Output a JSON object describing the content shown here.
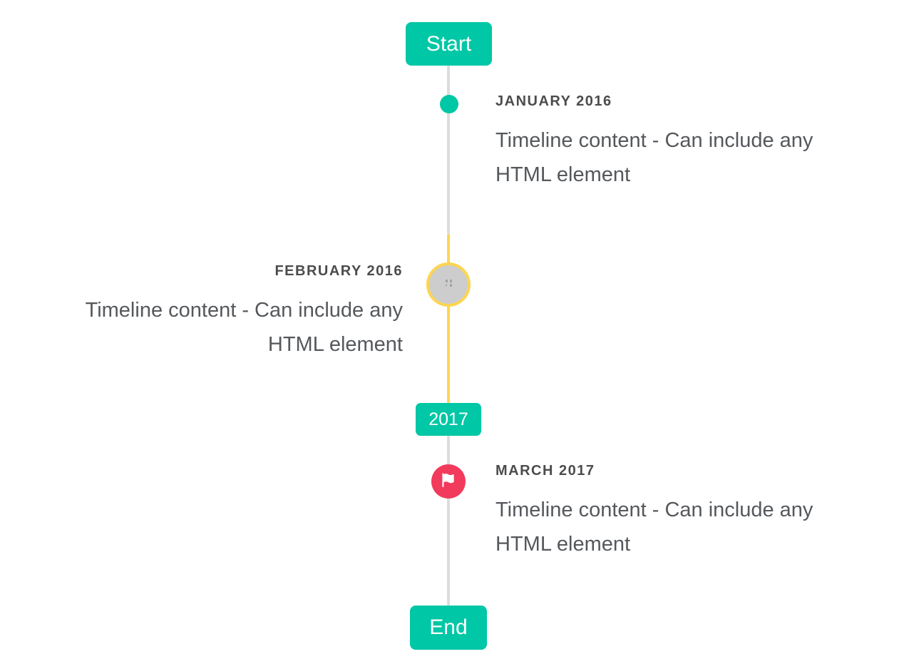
{
  "timeline": {
    "start_button": "Start",
    "end_button": "End",
    "year_badge": "2017",
    "items": [
      {
        "id": "january-2016",
        "date_label": "JANUARY 2016",
        "content": "Timeline content - Can include any HTML element",
        "side": "right",
        "marker": "teal-dot"
      },
      {
        "id": "february-2016",
        "date_label": "FEBRUARY 2016",
        "content": "Timeline content - Can include any HTML element",
        "side": "left",
        "marker": "image-placeholder-with-yellow-ring"
      },
      {
        "id": "march-2017",
        "date_label": "MARCH 2017",
        "content": "Timeline content - Can include any HTML element",
        "side": "right",
        "marker": "red-flag-circle"
      }
    ],
    "colors": {
      "accent_teal": "#00c7a5",
      "highlight_yellow": "#fdd54f",
      "flag_red": "#f23a5d",
      "line_gray": "#dcdcdc",
      "marker_gray": "#cdcdcd",
      "date_label_text": "#4c4c4c",
      "content_text": "#55585c",
      "button_text": "#ffffff"
    }
  }
}
